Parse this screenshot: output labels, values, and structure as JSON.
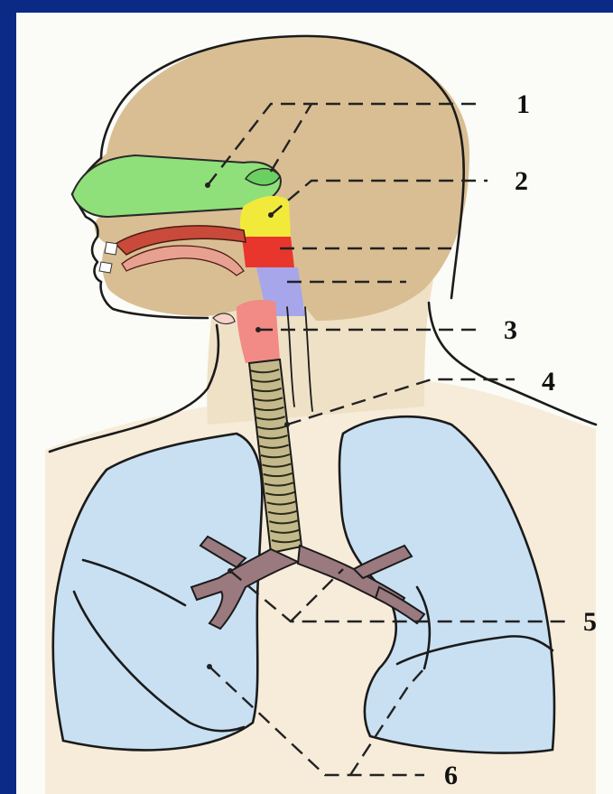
{
  "labels": {
    "l1": "1",
    "l2": "2",
    "l3": "3",
    "l4": "4",
    "l5": "5",
    "l6": "6"
  },
  "colors": {
    "background_frame": "#0a2a86",
    "head_skin": "#d8bf96",
    "neck_skin": "#f2e6cf",
    "nasal_cavity": "#8fe07a",
    "nasopharynx": "#f2ea3a",
    "oropharynx": "#e8362c",
    "laryngopharynx": "#a7a6ea",
    "larynx": "#f28a86",
    "trachea": "#c4b98a",
    "bronchi": "#9a7a7e",
    "lungs": "#c9e0f2",
    "mouth_tongue": "#c94a3a"
  }
}
